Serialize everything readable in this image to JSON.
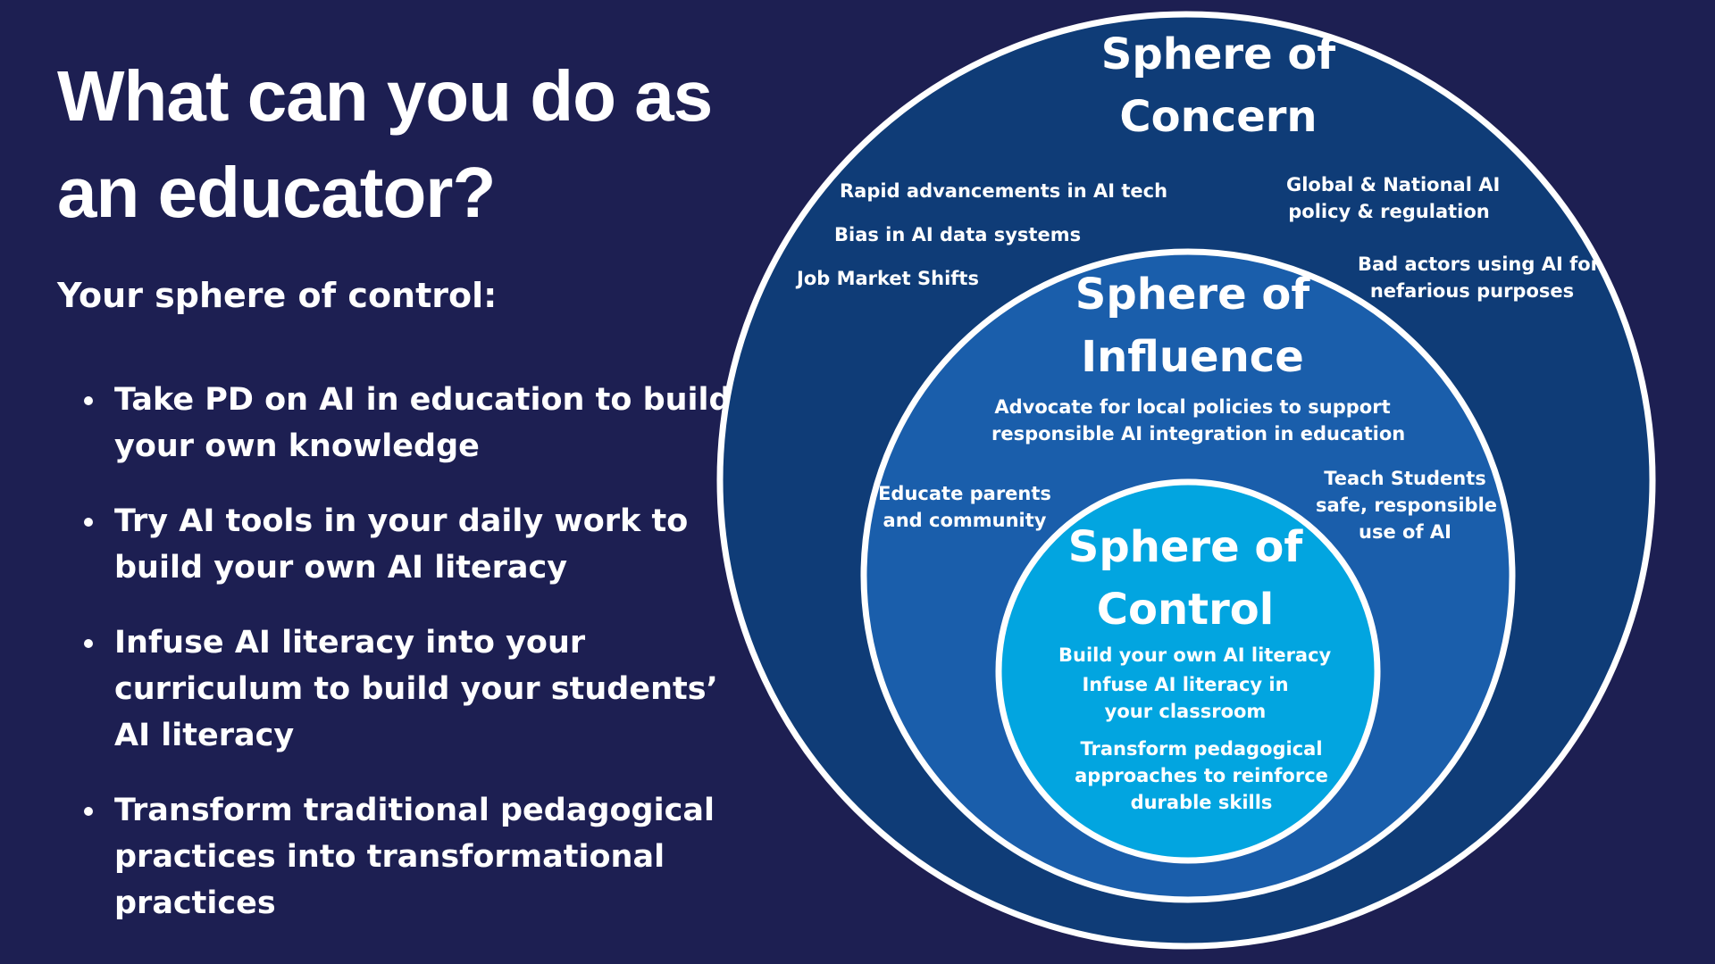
{
  "heading": {
    "title": "What can you do as an educator?",
    "subtitle": "Your sphere of control:"
  },
  "bullets": [
    "Take PD on AI in education to build your own knowledge",
    "Try AI tools in your daily work to build your own AI literacy",
    "Infuse AI literacy into your curriculum to build your students’ AI literacy",
    "Transform traditional pedagogical practices into transformational practices"
  ],
  "colors": {
    "background": "#1d1f52",
    "concern": "#0f3c77",
    "influence": "#1a5eab",
    "control": "#02a5e0",
    "ring": "#ffffff"
  },
  "spheres": {
    "concern": {
      "title_line1": "Sphere of",
      "title_line2": "Concern",
      "items": [
        "Rapid advancements in AI tech",
        "Bias in AI data systems",
        "Job Market Shifts",
        "Global & National AI",
        "policy & regulation",
        "Bad actors using AI for",
        "nefarious purposes"
      ]
    },
    "influence": {
      "title_line1": "Sphere of",
      "title_line2": "Influence",
      "items": [
        "Advocate for local policies to support",
        "responsible AI integration in education",
        "Educate parents",
        "and community",
        "Teach Students",
        "safe, responsible",
        "use of AI"
      ]
    },
    "control": {
      "title_line1": "Sphere of",
      "title_line2": "Control",
      "items": [
        "Build your own AI literacy",
        "Infuse AI literacy in",
        "your classroom",
        "Transform pedagogical",
        "approaches to reinforce",
        "durable skills"
      ]
    }
  }
}
